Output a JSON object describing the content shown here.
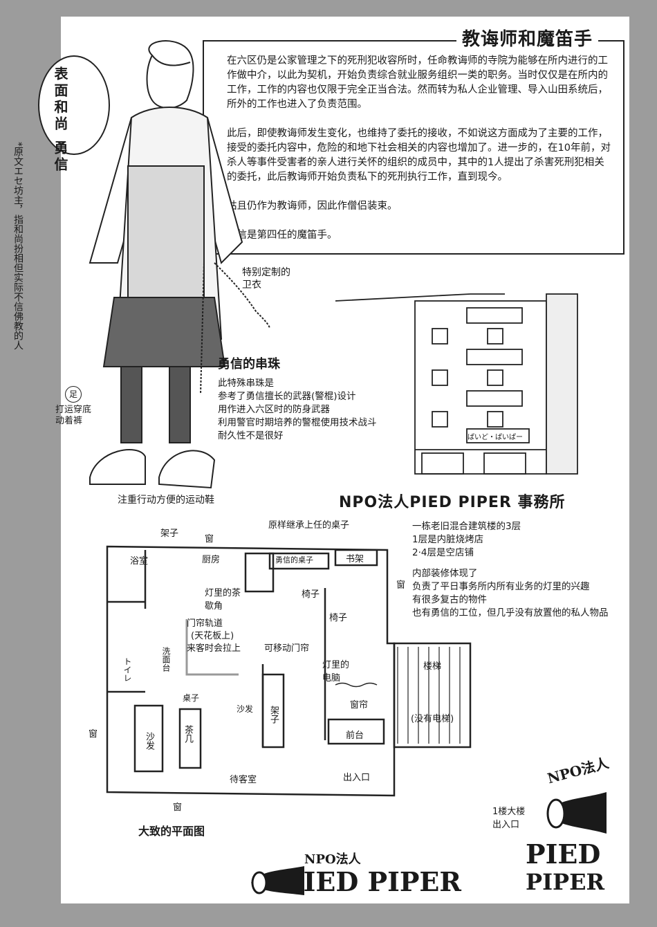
{
  "title": "教诲师和魔笛手",
  "story_paragraphs": [
    "在六区仍是公家管理之下的死刑犯收容所时，任命教诲师的寺院为能够在所内进行的工作做中介，以此为契机，开始负责综合就业服务组织一类的职务。当时仅仅是在所内的工作，工作的内容也仅限于完全正当合法。然而转为私人企业管理、导入山田系统后，所外的工作也进入了负责范围。",
    "此后，即使教诲师发生变化，也维持了委托的接收，不如说这方面成为了主要的工作，接受的委托内容中，危险的和地下社会相关的内容也增加了。进一步的，在10年前，对杀人等事件受害者的亲人进行关怀的组织的成员中，其中的1人提出了杀害死刑犯相关的委托，此后教诲师开始负责私下的死刑执行工作，直到现今。",
    "姑且仍作为教诲师，因此作僧侣装束。",
    "勇信是第四任的魔笛手。"
  ],
  "character": {
    "balloon": "表面和尚 勇信",
    "side_note": "*原文エセ坊主，指和尚扮相但实际不信佛教的人",
    "annotation_coat": "特别定制的卫衣",
    "annotation_foot_mark": "足",
    "annotation_foot": "打运穿底动着裤",
    "annotation_shoes": "注重行动方便的运动鞋"
  },
  "beads": {
    "title": "勇信的串珠",
    "lines": [
      "此特殊串珠是",
      "参考了勇信擅长的武器(警棍)设计",
      "用作进入六区时的防身武器",
      "利用警官时期培养的警棍使用技术战斗",
      "耐久性不是很好"
    ]
  },
  "building": {
    "sign": "ぱいど・ぱいぱー"
  },
  "office": {
    "title": "NPO法人PIED PIPER 事務所",
    "info_lines": [
      [
        "一栋老旧混合建筑楼的3层",
        "1层是内脏烧烤店",
        "2·4层是空店铺"
      ],
      [
        "内部装修体现了",
        "负责了平日事务所内所有业务的灯里的兴趣",
        "有很多复古的物件",
        "也有勇信的工位，但几乎没有放置他的私人物品"
      ]
    ]
  },
  "floor_plan": {
    "caption": "大致的平面图",
    "labels": {
      "shelf_top": "架子",
      "window_top": "窗",
      "inherited_desk": "原样继承上任的桌子",
      "bath": "浴室",
      "kitchen": "厨房",
      "yushin_desk": "勇信的桌子",
      "bookshelf": "书架",
      "window_right": "窗",
      "akari_tea": "灯里的茶歇角",
      "chair1": "椅子",
      "chair2": "椅子",
      "curtain_rail": "门帘轨道",
      "curtain_rail_note": "(天花板上)",
      "curtain_rail_note2": "来客时会拉上",
      "movable_curtain": "可移动门帘",
      "washroom": "洗面台",
      "toilet": "トイレ",
      "akari_pc": "灯里的电脑",
      "table": "桌子",
      "sofa_right": "沙发",
      "shelf_mid": "架子",
      "curtain": "窗帘",
      "window_left": "窗",
      "sofa": "沙发",
      "tea_table": "茶几",
      "reception": "前台",
      "waiting": "待客室",
      "entrance": "出入口",
      "window_bottom": "窗",
      "stairs": "楼梯",
      "no_elevator": "(没有电梯)",
      "building_entrance": "1楼大楼出入口"
    }
  },
  "logos": {
    "top_right_small": "NPO法人",
    "top_right_big1": "PIED",
    "top_right_big2": "PIPER",
    "bottom_small": "NPO法人",
    "bottom_big": "PIED PIPER"
  },
  "colors": {
    "background": "#9c9c9c",
    "paper": "#ffffff",
    "ink": "#1a1a1a"
  }
}
